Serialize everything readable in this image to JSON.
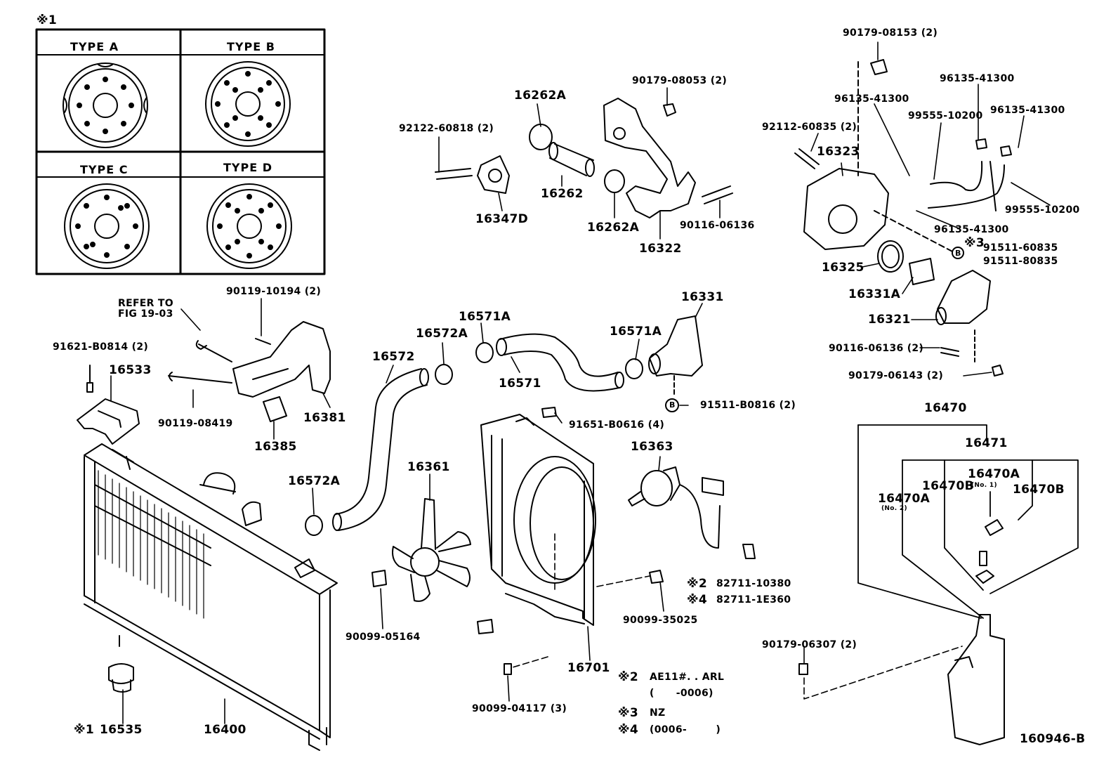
{
  "legend_table": {
    "marker": "※1",
    "types": [
      "TYPE A",
      "TYPE B",
      "TYPE C",
      "TYPE D"
    ]
  },
  "labels": {
    "refer": "REFER TO",
    "refer_fig": "FIG 19-03",
    "p90119_10194": "90119-10194 (2)",
    "p91621_b0814": "91621-B0814 (2)",
    "p16533": "16533",
    "p90119_08419": "90119-08419",
    "p16385": "16385",
    "p16381": "16381",
    "p92122_60818": "92122-60818 (2)",
    "p16347d": "16347D",
    "p16262a_top": "16262A",
    "p16262": "16262",
    "p16262a_bot": "16262A",
    "p90179_08053": "90179-08053 (2)",
    "p16322": "16322",
    "p90116_06136": "90116-06136",
    "p16572": "16572",
    "p16572a_top": "16572A",
    "p16571a_left": "16571A",
    "p16571": "16571",
    "p16571a_right": "16571A",
    "p16331": "16331",
    "p91511_b0816": "91511-B0816 (2)",
    "p16572a_low": "16572A",
    "p16361": "16361",
    "p91651_b0616": "91651-B0616 (4)",
    "p16363": "16363",
    "p90099_05164": "90099-05164",
    "p82711_10380": "82711-10380",
    "p82711_1e360": "82711-1E360",
    "mark2": "※2",
    "mark4": "※4",
    "p90099_35025": "90099-35025",
    "p16701": "16701",
    "p90099_04117": "90099-04117 (3)",
    "p16535": "16535",
    "mark1": "※1",
    "p16400": "16400",
    "p90179_08153": "90179-08153 (2)",
    "p96135_41300_a": "96135-41300",
    "p96135_41300_b": "96135-41300",
    "p96135_41300_c": "96135-41300",
    "p96135_41300_d": "96135-41300",
    "p99555_10200_a": "99555-10200",
    "p99555_10200_b": "99555-10200",
    "p92112_60835": "92112-60835 (2)",
    "p16323": "16323",
    "mark3": "※3",
    "p91511_60835": "91511-60835",
    "p91511_80835": "91511-80835",
    "p16325": "16325",
    "p16331a": "16331A",
    "p16321": "16321",
    "p90116_06136_2": "90116-06136 (2)",
    "p90179_06143": "90179-06143 (2)",
    "p16470": "16470",
    "p16471": "16471",
    "p16470a_1": "16470A",
    "p16470b_1": "16470B",
    "no1": "(No. 1)",
    "p16470a_2": "16470A",
    "no2": "(No. 2)",
    "p16470b_2": "16470B",
    "p90179_06307": "90179-06307 (2)",
    "bubble_b": "B"
  },
  "notes": {
    "n2_mark": "※2",
    "n2_text": "AE11#. . ARL",
    "n2_range": "(      -0006)",
    "n3_mark": "※3",
    "n3_text": "NZ",
    "n4_mark": "※4",
    "n4_text": "(0006-        )"
  },
  "figure_id": "160946-B"
}
